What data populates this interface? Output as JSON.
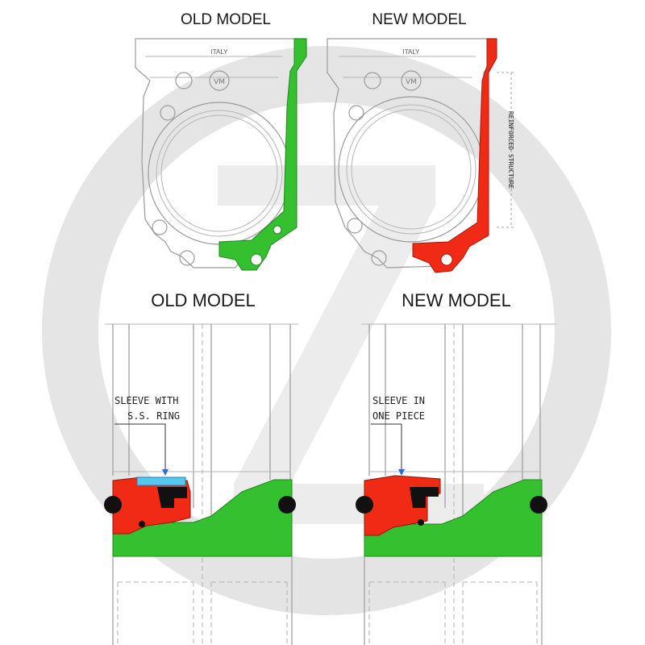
{
  "top": {
    "old_title": "OLD MODEL",
    "new_title": "NEW MODEL",
    "reinforced_label": "REINFORCED STRUCTURE",
    "stamp_old": "ITALY",
    "stamp_new": "ITALY",
    "logo_old": "VM",
    "logo_new": "VM"
  },
  "bottom": {
    "old_title": "OLD MODEL",
    "new_title": "NEW MODEL",
    "old_callout": [
      "SLEEVE WITH",
      "S.S. RING"
    ],
    "new_callout": [
      "SLEEVE IN",
      "ONE PIECE"
    ]
  },
  "colors": {
    "old_highlight": "#35c02f",
    "new_highlight": "#f02a14",
    "sleeve": "#f02a14",
    "ring": "#55c8f0",
    "base": "#35c02f",
    "watermark": "#dcdcdc"
  }
}
